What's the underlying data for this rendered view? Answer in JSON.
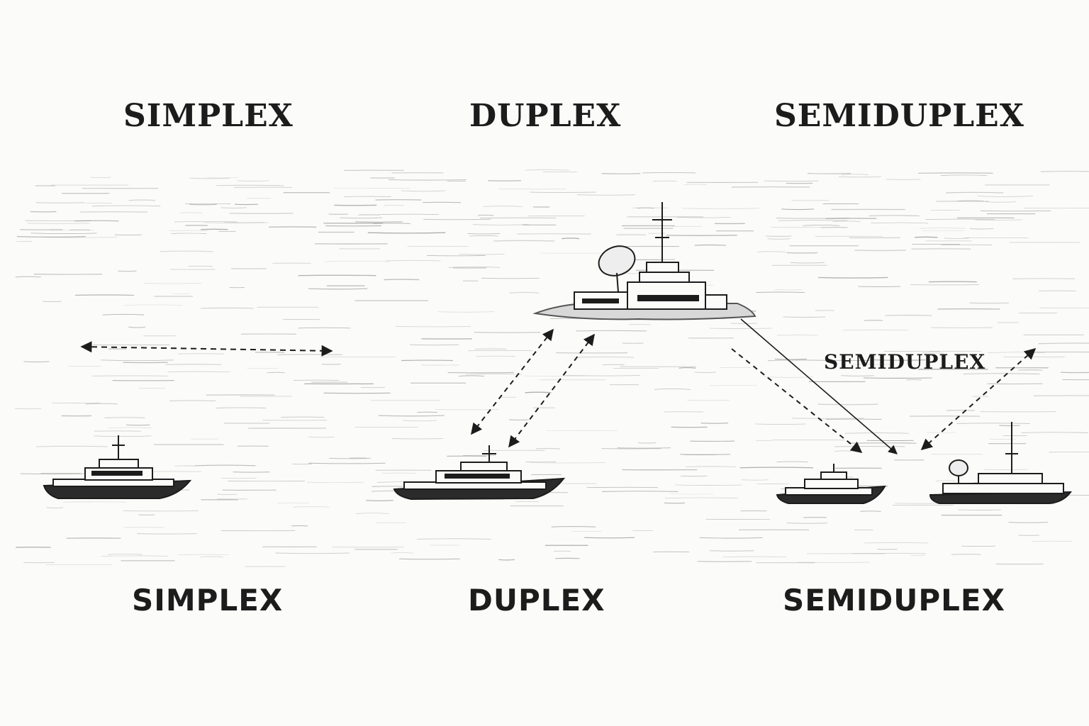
{
  "top_labels": {
    "simplex": "SIMPLEX",
    "duplex": "DUPLEX",
    "semiduplex": "SEMIDUPLEX"
  },
  "middle_label": "SEMIDUPLEX",
  "bottom_labels": {
    "simplex": "SIMPLEX",
    "duplex": "DUPLEX",
    "semiduplex": "SEMIDUPLEX"
  },
  "colors": {
    "background": "#fbfbfa",
    "ink": "#1c1c1c",
    "sea": "#8c8c8c"
  }
}
